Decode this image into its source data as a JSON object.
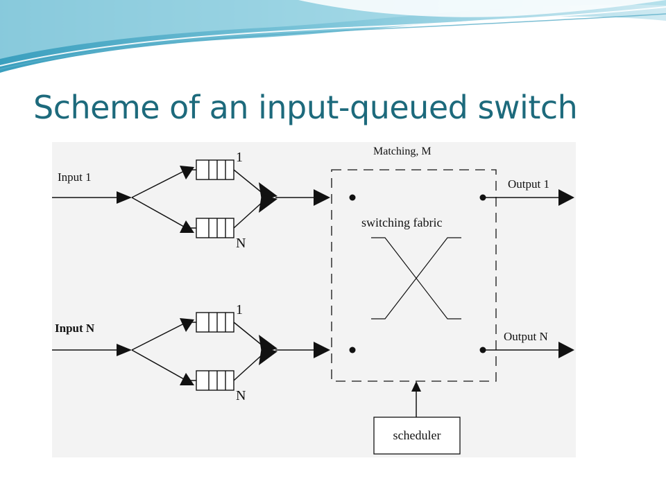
{
  "slide": {
    "title": "Scheme of an input-queued switch"
  },
  "colors": {
    "title": "#1d6a7c",
    "wave_dark": "#6fb8cf",
    "wave_light": "#bfe3ee",
    "diagram_ink": "#111111"
  },
  "diagram": {
    "matching_label": "Matching, M",
    "fabric_label": "switching fabric",
    "scheduler_label": "scheduler",
    "inputs": [
      {
        "label": "Input 1",
        "queue_top_label": "1",
        "queue_bottom_label": "N"
      },
      {
        "label": "Input N",
        "queue_top_label": "1",
        "queue_bottom_label": "N"
      }
    ],
    "outputs": [
      {
        "label": "Output 1"
      },
      {
        "label": "Output N"
      }
    ]
  }
}
